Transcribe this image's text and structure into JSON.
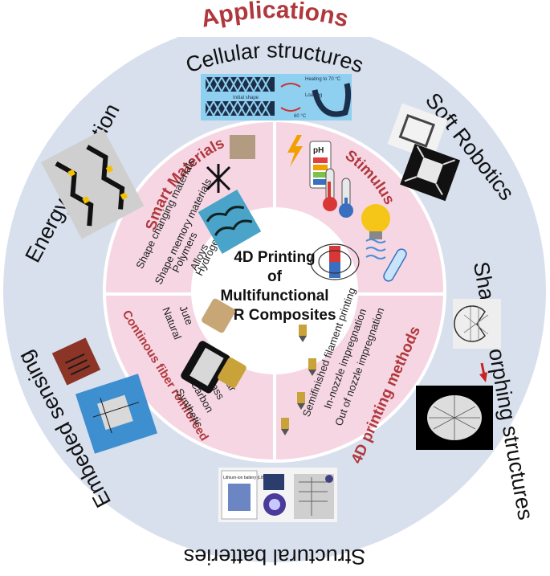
{
  "title": "Applications",
  "center": {
    "line1": "4D Printing",
    "line2": "of",
    "line3": "Multifunctional",
    "line4": "CFR Composites"
  },
  "outer": {
    "cellular": "Cellular structures",
    "soft_robotics": "Soft Robotics",
    "shape_morphing": "Shape-morphing structures",
    "structural_batteries": "Structural batteries",
    "embedded_sensing": "Embeded sensing",
    "energy_absorption": "Energy absorption"
  },
  "cellular_image": {
    "initial": "Initial shape",
    "heating": "Heating to 70 °C",
    "loading": "Loading",
    "cooling": "60 °C"
  },
  "battery_image": {
    "caption": "Lithium-ion battery (LIB)"
  },
  "smart": {
    "title": "Smart Materials",
    "items": [
      "Shape changing materials",
      "Shape memory materials",
      "Polymers",
      "Alloys",
      "Hydrogels"
    ]
  },
  "stimulus": {
    "title": "Stimulus",
    "ph": "pH"
  },
  "fiber": {
    "title": "Continous fiber reinforced",
    "natural": "Natural",
    "jute": "Jute",
    "synthetic": "Synthetic",
    "carbon": "Carbon",
    "glass": "Glass",
    "kevlar": "Kevlar"
  },
  "methods": {
    "title": "4D printing methods",
    "items": [
      "Out of nozzle impregnation",
      "In-nozzle impregnation",
      "Semifinished filament printing"
    ]
  },
  "colors": {
    "outer_ring": "#d8e0ee",
    "inner_ring": "#f6d6e3",
    "accent": "#b0383d"
  }
}
